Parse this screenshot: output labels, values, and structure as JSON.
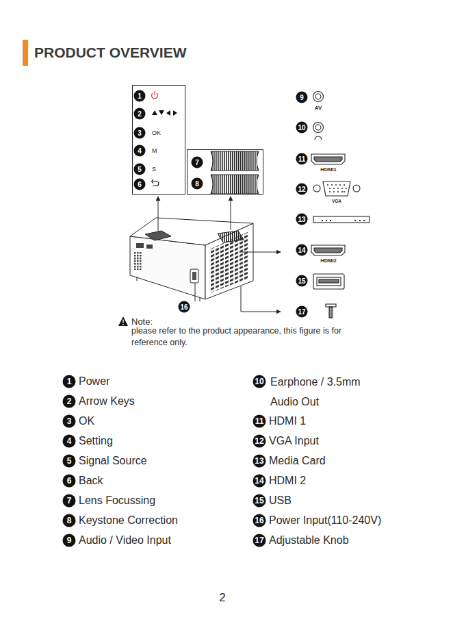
{
  "diagram": {
    "title": "PRODUCT OVERVIEW",
    "nodes": [
      {
        "text": [
          "1",
          "2",
          "3",
          "OK",
          "4",
          "M",
          "5",
          "S",
          "6"
        ]
      },
      {
        "text": [
          "7",
          "8"
        ]
      }
    ],
    "labels": [
      "9",
      "AV",
      "10",
      "11",
      "HDMI1",
      "12",
      "VGA",
      "13",
      "14",
      "HDMI2",
      "15",
      "16",
      "17",
      "Note:",
      "please refer to the product appearance, this figure is for reference only.",
      "1",
      "Power",
      "2",
      "Arrow Keys",
      "3",
      "OK",
      "4",
      "Setting",
      "5",
      "Signal Source",
      "6",
      "Back",
      "7",
      "Lens Focussing",
      "8",
      "Keystone Correction",
      "9",
      "Audio / Video Input",
      "10",
      "Earphone / 3.5mm Audio Out",
      "11",
      "HDMI 1",
      "12",
      "VGA Input",
      "13",
      "Media Card",
      "14",
      "HDMI 2",
      "15",
      "USB",
      "16",
      "Power Input(110-240V)",
      "17",
      "Adjustable Knob",
      "2"
    ]
  }
}
